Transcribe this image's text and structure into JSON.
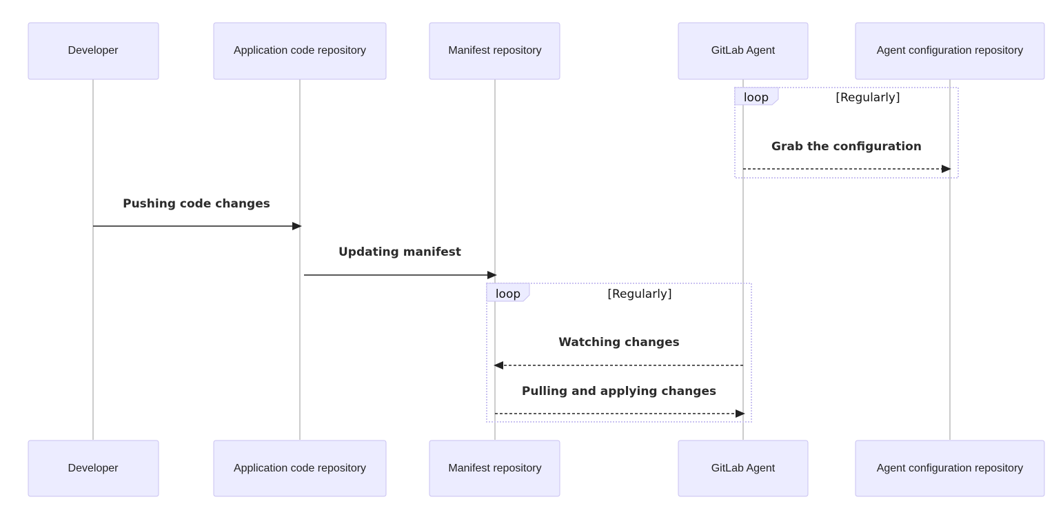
{
  "participants": [
    {
      "id": "dev",
      "label": "Developer"
    },
    {
      "id": "app",
      "label": "Application code repository"
    },
    {
      "id": "manifest",
      "label": "Manifest repository"
    },
    {
      "id": "agent",
      "label": "GitLab Agent"
    },
    {
      "id": "config",
      "label": "Agent configuration repository"
    }
  ],
  "loops": [
    {
      "keyword": "loop",
      "condition": "[Regularly]"
    },
    {
      "keyword": "loop",
      "condition": "[Regularly]"
    }
  ],
  "messages": [
    {
      "from": "agent",
      "to": "config",
      "label": "Grab the configuration",
      "style": "dashed"
    },
    {
      "from": "dev",
      "to": "app",
      "label": "Pushing code changes",
      "style": "solid"
    },
    {
      "from": "app",
      "to": "manifest",
      "label": "Updating manifest",
      "style": "solid"
    },
    {
      "from": "agent",
      "to": "manifest",
      "label": "Watching changes",
      "style": "dashed"
    },
    {
      "from": "manifest",
      "to": "agent",
      "label": "Pulling and applying changes",
      "style": "dashed"
    }
  ]
}
